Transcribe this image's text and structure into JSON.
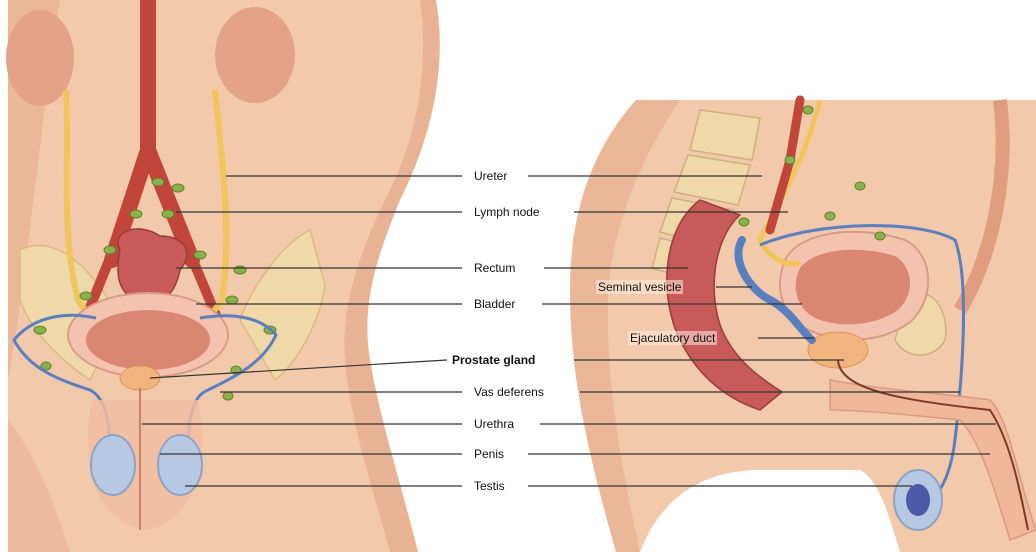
{
  "labels": {
    "ureter": "Ureter",
    "lymph_node": "Lymph node",
    "rectum": "Rectum",
    "bladder": "Bladder",
    "prostate_gland": "Prostate gland",
    "vas_deferens": "Vas deferens",
    "urethra": "Urethra",
    "penis": "Penis",
    "testis": "Testis",
    "seminal_vesicle": "Seminal vesicle",
    "ejaculatory_duct": "Ejaculatory duct"
  },
  "colors": {
    "skin": "#f3c9ac",
    "skin_shade": "#e0a98a",
    "bone": "#efd9a8",
    "ureter": "#f0c65a",
    "artery": "#c2453b",
    "vein": "#5a7fbf",
    "lymph_node": "#8bb24a",
    "bladder": "#d98773",
    "rectum": "#c85b59",
    "prostate": "#f2b47d",
    "leader": "#333333"
  }
}
